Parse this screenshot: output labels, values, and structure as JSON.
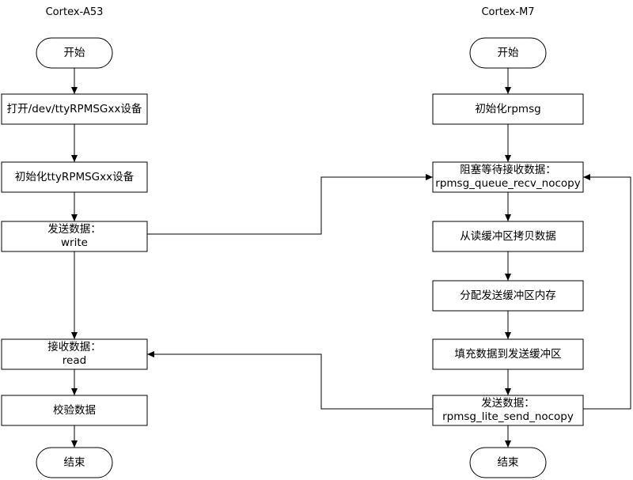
{
  "columns": {
    "left_title": "Cortex-A53",
    "right_title": "Cortex-M7"
  },
  "left": {
    "start": "开始",
    "open_device": "打开/dev/ttyRPMSGxx设备",
    "init_device": "初始化ttyRPMSGxx设备",
    "send_line1": "发送数据：",
    "send_line2": "write",
    "recv_line1": "接收数据：",
    "recv_line2": "read",
    "verify": "校验数据",
    "end": "结束"
  },
  "right": {
    "start": "开始",
    "init": "初始化rpmsg",
    "wait_line1": "阻塞等待接收数据：",
    "wait_line2": "rpmsg_queue_recv_nocopy",
    "copy": "从读缓冲区拷贝数据",
    "alloc": "分配发送缓冲区内存",
    "fill": "填充数据到发送缓冲区",
    "send_line1": "发送数据：",
    "send_line2": "rpmsg_lite_send_nocopy",
    "end": "结束"
  },
  "colors": {
    "stroke": "#000000",
    "fill": "#ffffff"
  }
}
